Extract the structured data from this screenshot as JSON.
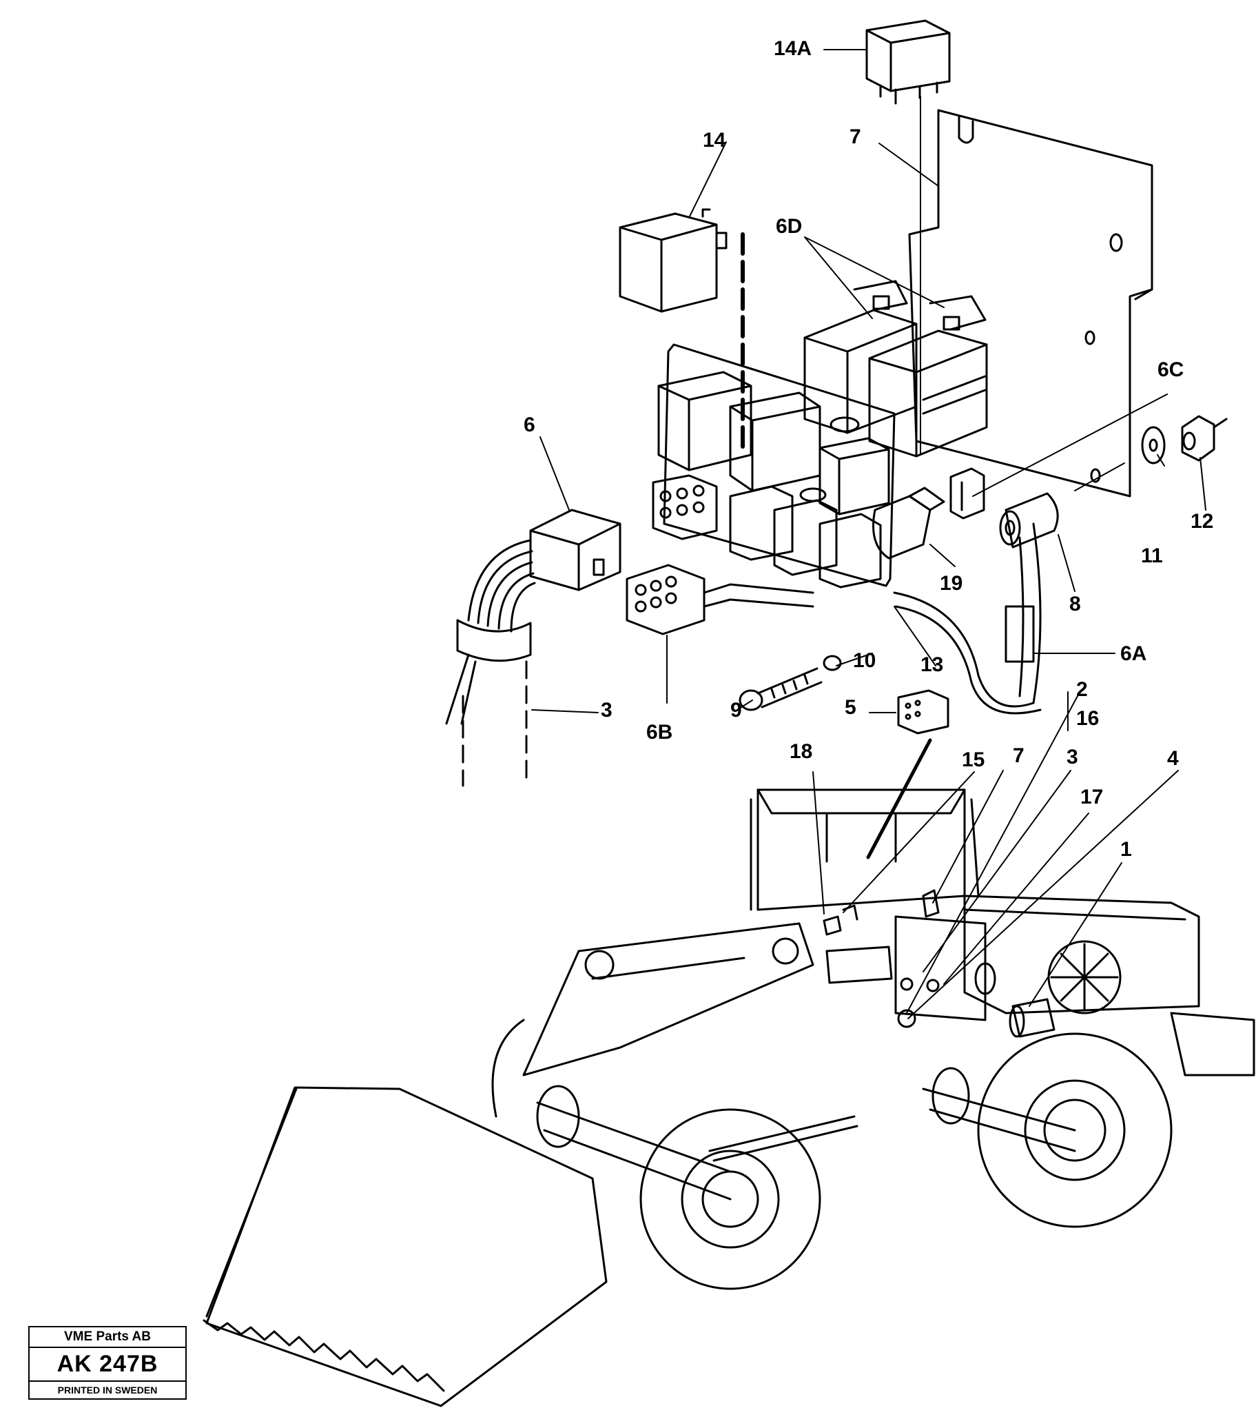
{
  "callouts": {
    "c14A": "14A",
    "c14": "14",
    "c7_top": "7",
    "c6D": "6D",
    "c6C": "6C",
    "c6": "6",
    "c11": "11",
    "c12": "12",
    "c19": "19",
    "c8": "8",
    "c10": "10",
    "c13": "13",
    "c6A": "6A",
    "c3_left": "3",
    "c9": "9",
    "c6B": "6B",
    "c5": "5",
    "c2": "2",
    "c16": "16",
    "c18": "18",
    "c15": "15",
    "c7_bottom": "7",
    "c3_bottom": "3",
    "c4": "4",
    "c17": "17",
    "c1": "1"
  },
  "stamp": {
    "company": "VME Parts AB",
    "code": "AK 247B",
    "printed": "PRINTED IN SWEDEN"
  }
}
